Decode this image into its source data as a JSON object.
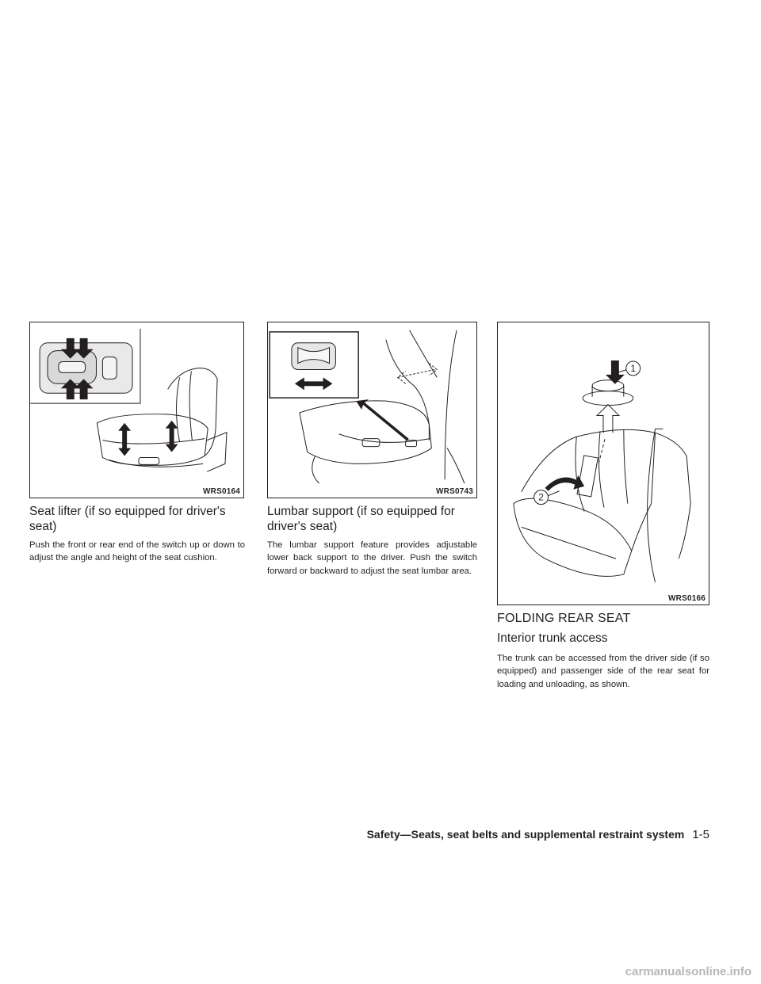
{
  "figures": [
    {
      "code": "WRS0164"
    },
    {
      "code": "WRS0743"
    },
    {
      "code": "WRS0166",
      "callouts": [
        "1",
        "2"
      ]
    }
  ],
  "sections": {
    "seat_lifter": {
      "title": "Seat lifter (if so equipped for driver's seat)",
      "body": "Push the front or rear end of the switch up or down to adjust the angle and height of the seat cushion."
    },
    "lumbar": {
      "title": "Lumbar support (if so equipped for driver's seat)",
      "body": "The lumbar support feature provides adjustable lower back support to the driver. Push the switch forward or backward to adjust the seat lumbar area."
    },
    "folding": {
      "heading": "FOLDING REAR SEAT",
      "subheading": "Interior trunk access",
      "body": "The trunk can be accessed from the driver side (if so equipped) and passenger side of the rear seat for loading and unloading, as shown."
    }
  },
  "footer": {
    "chapter": "Safety—Seats, seat belts and supplemental restraint system",
    "page": "1-5"
  },
  "watermark": "carmanualsonline.info"
}
